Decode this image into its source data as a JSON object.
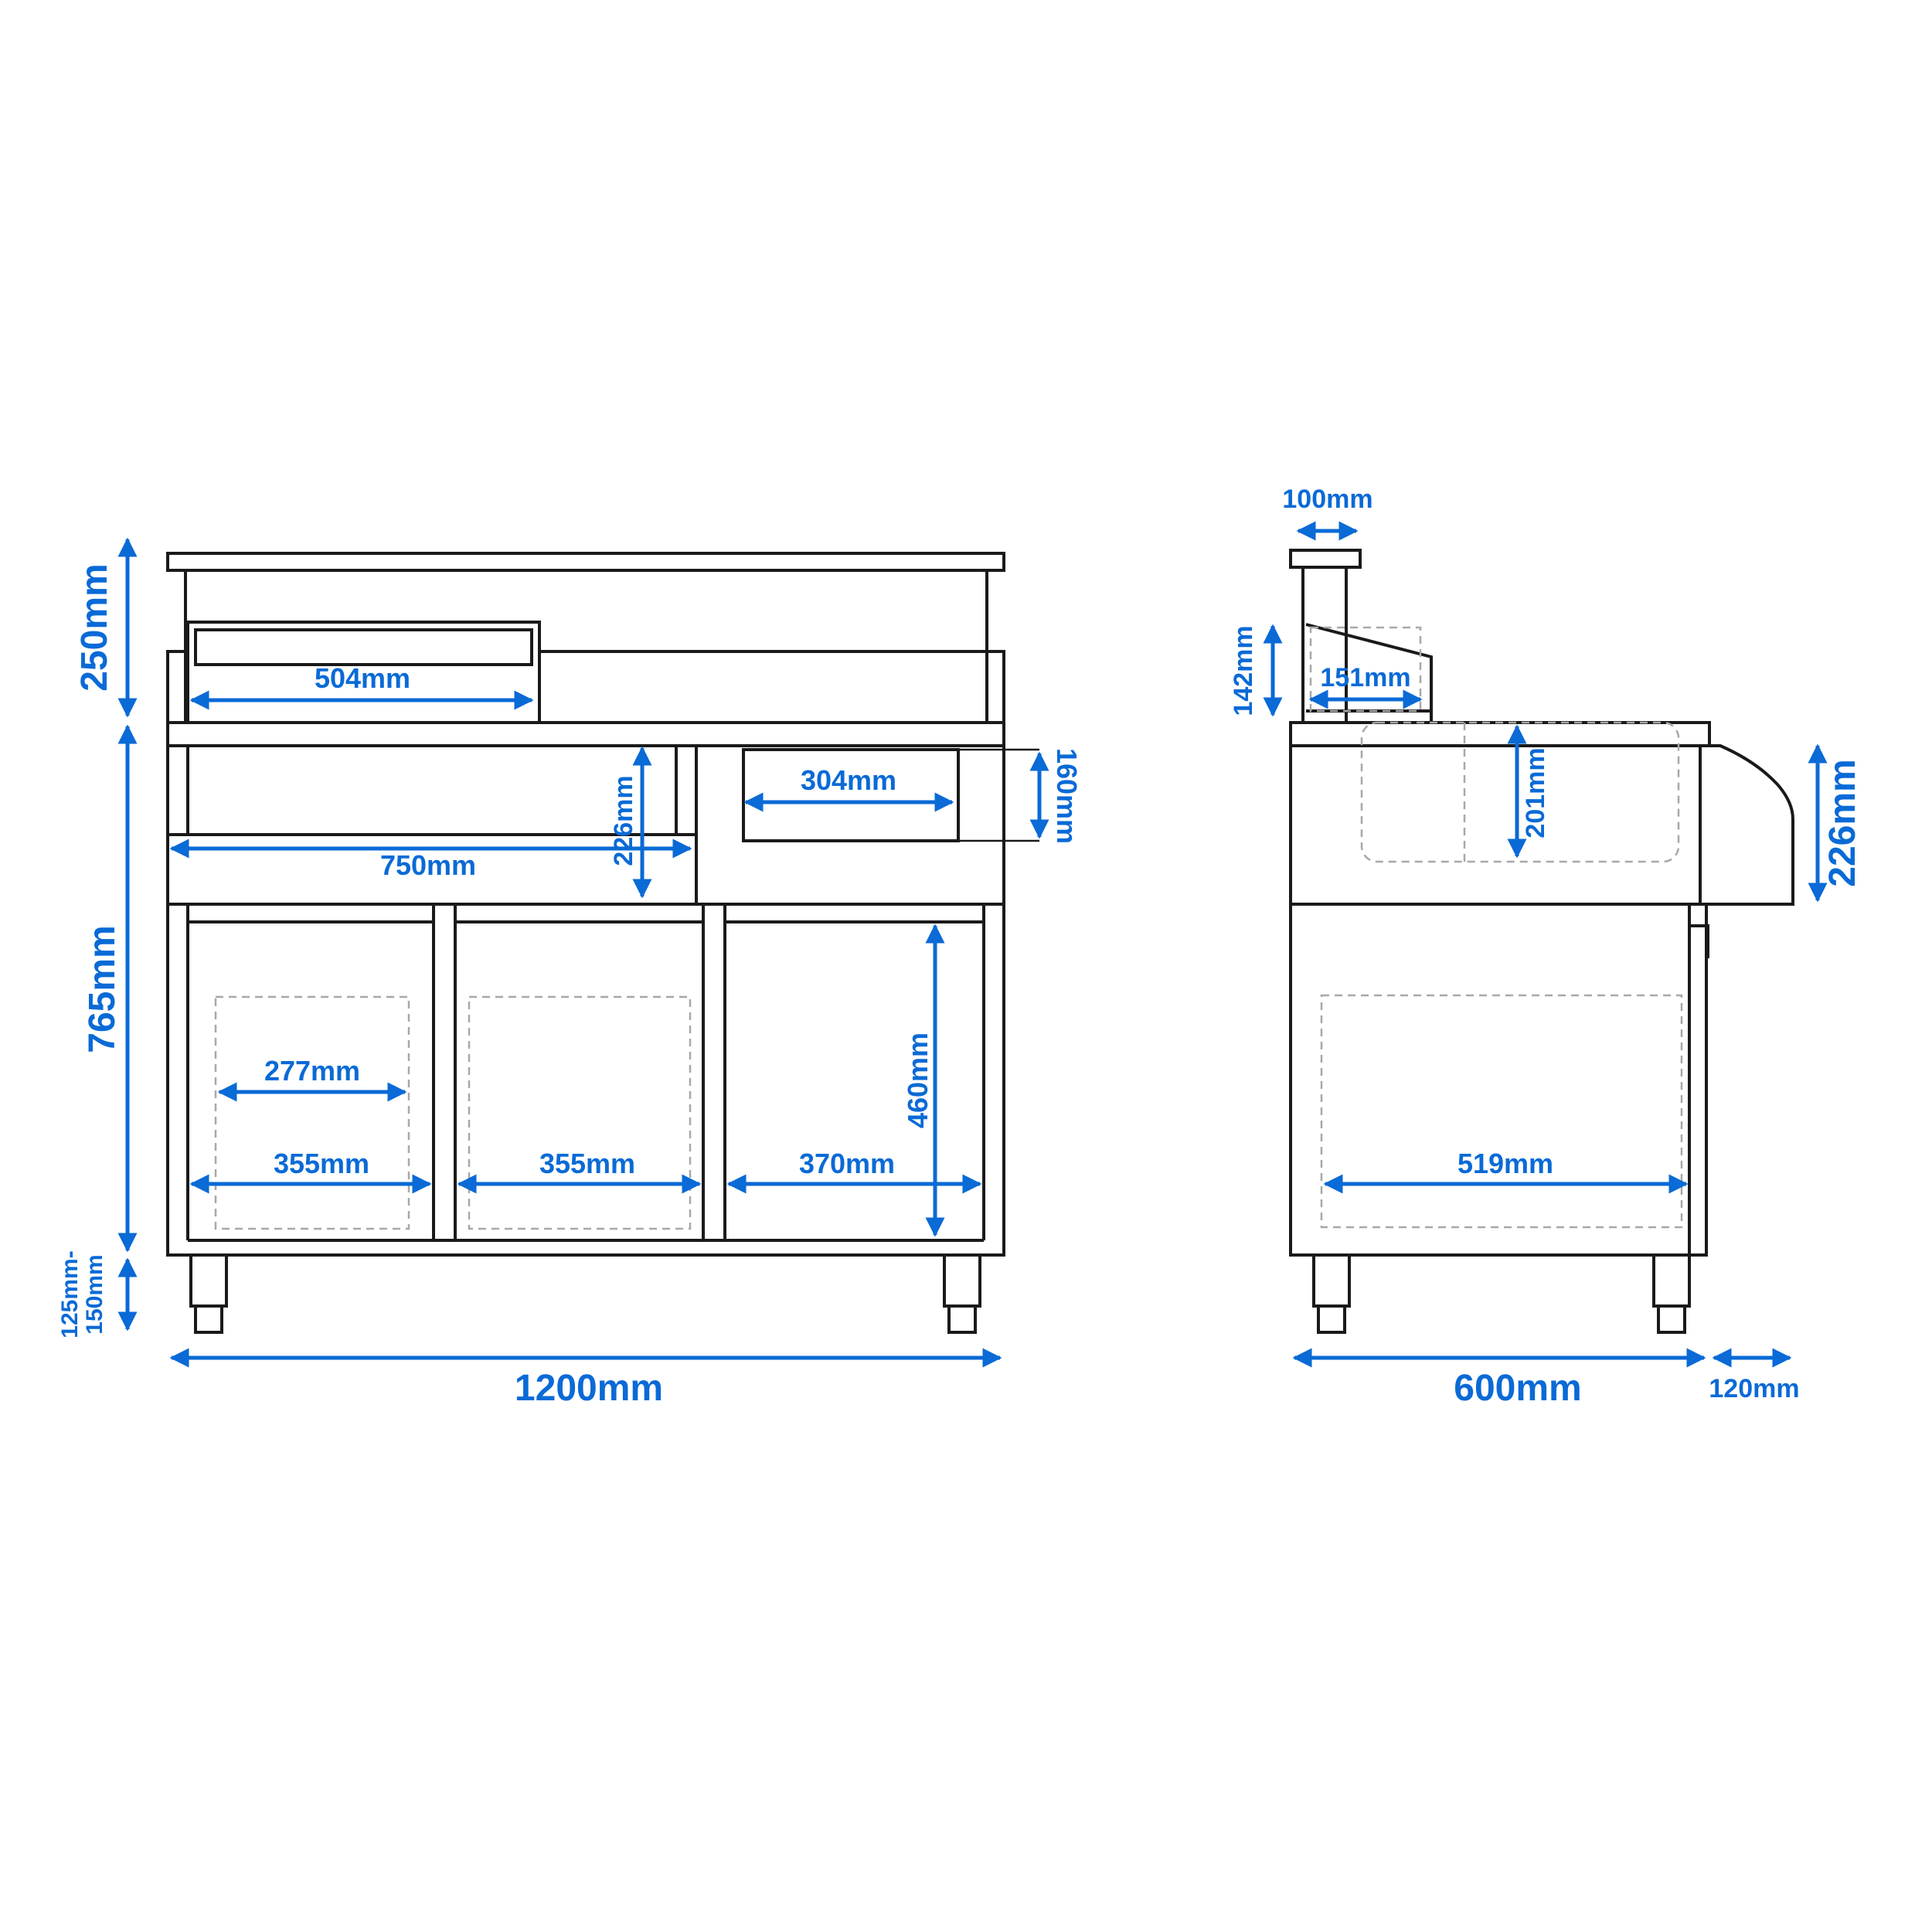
{
  "colors": {
    "dimension": "#0a6ad6",
    "outline": "#1a1a1a",
    "hidden_line": "#a8a8a8"
  },
  "front_view": {
    "upper_height": "250mm",
    "body_height": "765mm",
    "leg_height_line1": "125mm-",
    "leg_height_line2": "150mm",
    "total_width": "1200mm",
    "top_compartment_width": "504mm",
    "sink_width": "750mm",
    "sink_depth": "226mm",
    "drawer_width": "304mm",
    "drawer_height": "160mm",
    "shelf_inner_width": "277mm",
    "bay_1_width": "355mm",
    "bay_2_width": "355mm",
    "bay_3_width": "370mm",
    "bay_height": "460mm"
  },
  "side_view": {
    "shelf_depth": "100mm",
    "upper_height": "142mm",
    "tray_width": "151mm",
    "basin_depth": "201mm",
    "drip_height": "226mm",
    "inner_depth": "519mm",
    "total_depth": "600mm",
    "overhang": "120mm"
  }
}
